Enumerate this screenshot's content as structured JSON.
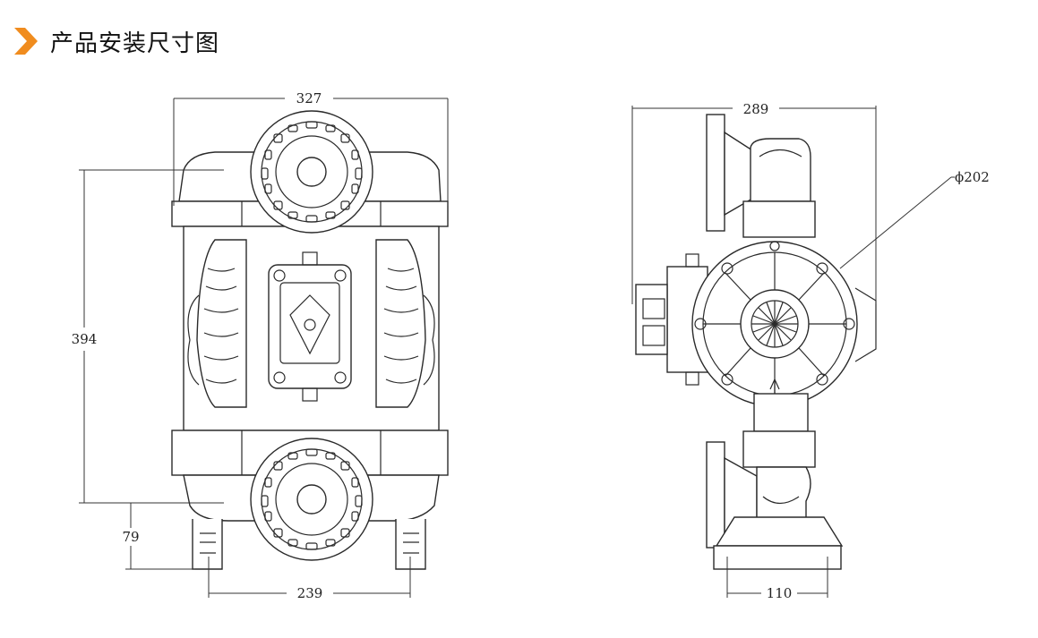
{
  "header": {
    "title": "产品安装尺寸图",
    "accent_color": "#f08c1e",
    "icon": "chevron-right-icon"
  },
  "dimensions": {
    "front_width": "327",
    "front_height": "394",
    "inlet_height": "79",
    "base_width": "239",
    "side_width": "289",
    "diameter": "ϕ202",
    "side_base": "110"
  }
}
